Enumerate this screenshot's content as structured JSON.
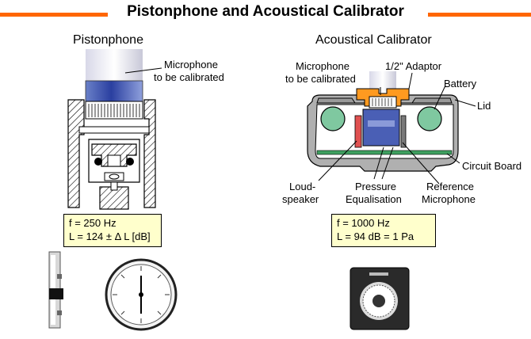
{
  "title": "Pistonphone and Acoustical Calibrator",
  "accent_color": "#ff6600",
  "pistonphone": {
    "heading": "Pistonphone",
    "mic_label_line1": "Microphone",
    "mic_label_line2": "to be calibrated",
    "info_line1": "f = 250 Hz",
    "info_line2": "L = 124 ± Δ L [dB]"
  },
  "calibrator": {
    "heading": "Acoustical Calibrator",
    "mic_label_line1": "Microphone",
    "mic_label_line2": "to be calibrated",
    "adaptor_label": "1/2\" Adaptor",
    "battery_label": "Battery",
    "lid_label": "Lid",
    "circuit_label": "Circuit Board",
    "loudspeaker_line1": "Loud-",
    "loudspeaker_line2": "speaker",
    "pressure_line1": "Pressure",
    "pressure_line2": "Equalisation",
    "reference_line1": "Reference",
    "reference_line2": "Microphone",
    "info_line1": "f = 1000 Hz",
    "info_line2": "L = 94 dB = 1 Pa"
  }
}
